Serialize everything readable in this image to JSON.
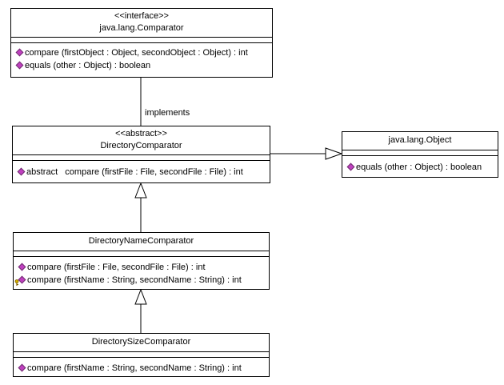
{
  "classes": {
    "comparator": {
      "stereotype": "<<interface>>",
      "name": "java.lang.Comparator",
      "ops": [
        "compare (firstObject : Object, secondObject : Object) : int",
        "equals (other : Object) : boolean"
      ]
    },
    "directory_comparator": {
      "stereotype": "<<abstract>>",
      "name": "DirectoryComparator",
      "ops": [
        "abstract   compare (firstFile : File, secondFile : File) : int"
      ]
    },
    "object": {
      "name": "java.lang.Object",
      "ops": [
        "equals (other : Object) : boolean"
      ]
    },
    "directory_name_comparator": {
      "name": "DirectoryNameComparator",
      "ops": [
        "compare (firstFile : File, secondFile : File) : int",
        "compare (firstName : String, secondName : String) : int"
      ]
    },
    "directory_size_comparator": {
      "name": "DirectorySizeComparator",
      "ops": [
        "compare (firstName : String, secondName : String) : int"
      ]
    }
  },
  "relations": {
    "implements_label": "implements"
  },
  "colors": {
    "operation_icon": "#c040c0",
    "key_icon": "#d4b000"
  }
}
